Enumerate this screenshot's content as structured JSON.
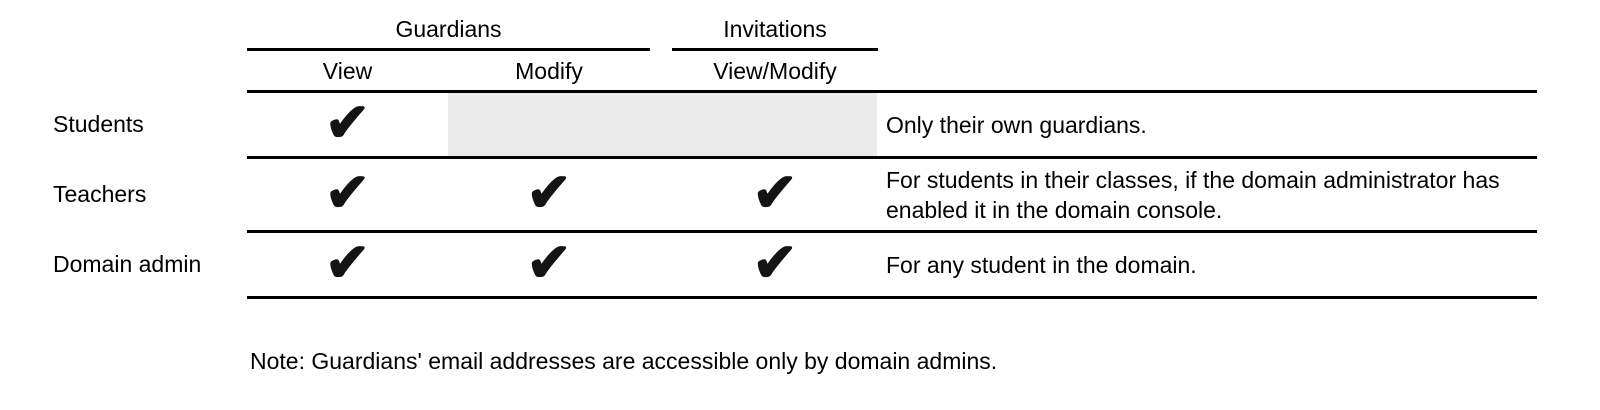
{
  "header": {
    "groups": [
      {
        "label": "Guardians"
      },
      {
        "label": "Invitations"
      }
    ],
    "columns": [
      "View",
      "Modify",
      "View/Modify"
    ]
  },
  "rows": [
    {
      "role": "Students",
      "checks": [
        "✔",
        "",
        ""
      ],
      "shaded_na": true,
      "note": "Only their own guardians."
    },
    {
      "role": "Teachers",
      "checks": [
        "✔",
        "✔",
        "✔"
      ],
      "shaded_na": false,
      "note": "For students in their classes, if the domain administrator has enabled it in the domain console."
    },
    {
      "role": "Domain admin",
      "checks": [
        "✔",
        "✔",
        "✔"
      ],
      "shaded_na": false,
      "note": "For any student in the domain."
    }
  ],
  "footnote": "Note: Guardians' email addresses are accessible only by domain admins.",
  "colors": {
    "shaded_cell": "#ebebeb",
    "rule": "#000000",
    "text": "#000000",
    "check": "#141414"
  }
}
